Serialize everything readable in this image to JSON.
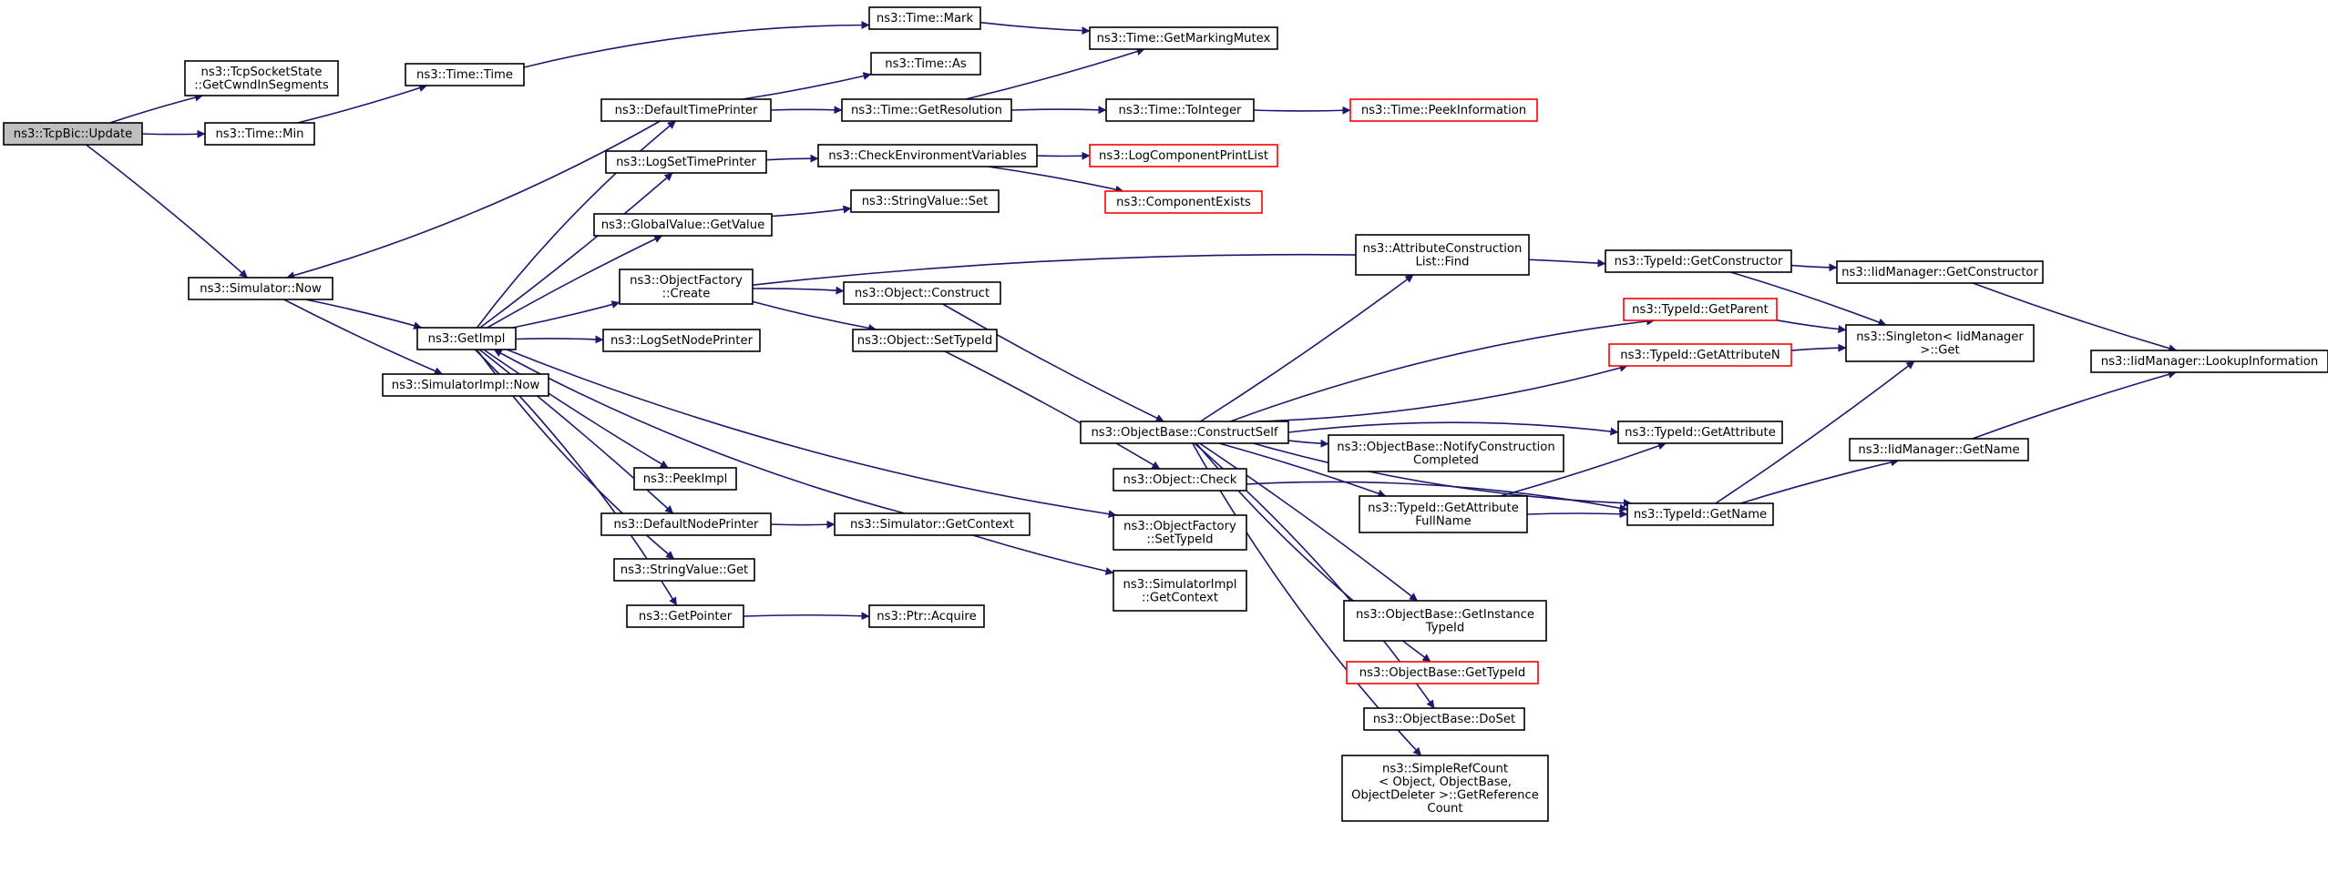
{
  "colors": {
    "edge": "#191970",
    "node_border": "#000000",
    "node_border_truncated": "#ff0000",
    "root_fill": "#bfbfbf",
    "node_fill": "#ffffff"
  },
  "nodes": [
    {
      "id": "root",
      "lines": [
        "ns3::TcpBic::Update"
      ],
      "kind": "root"
    },
    {
      "id": "cwndinseg",
      "lines": [
        "ns3::TcpSocketState",
        "::GetCwndInSegments"
      ]
    },
    {
      "id": "timemin",
      "lines": [
        "ns3::Time::Min"
      ]
    },
    {
      "id": "simnow",
      "lines": [
        "ns3::Simulator::Now"
      ]
    },
    {
      "id": "timetime",
      "lines": [
        "ns3::Time::Time"
      ]
    },
    {
      "id": "timemark",
      "lines": [
        "ns3::Time::Mark"
      ]
    },
    {
      "id": "markingmutex",
      "lines": [
        "ns3::Time::GetMarkingMutex"
      ]
    },
    {
      "id": "defaulttimeprinter",
      "lines": [
        "ns3::DefaultTimePrinter"
      ]
    },
    {
      "id": "timeas",
      "lines": [
        "ns3::Time::As"
      ]
    },
    {
      "id": "getresolution",
      "lines": [
        "ns3::Time::GetResolution"
      ]
    },
    {
      "id": "tointeger",
      "lines": [
        "ns3::Time::ToInteger"
      ]
    },
    {
      "id": "peekinformation",
      "lines": [
        "ns3::Time::PeekInformation"
      ],
      "kind": "truncated"
    },
    {
      "id": "logsettimeprinter",
      "lines": [
        "ns3::LogSetTimePrinter"
      ]
    },
    {
      "id": "checkenv",
      "lines": [
        "ns3::CheckEnvironmentVariables"
      ]
    },
    {
      "id": "logcompprintlist",
      "lines": [
        "ns3::LogComponentPrintList"
      ],
      "kind": "truncated"
    },
    {
      "id": "componentexists",
      "lines": [
        "ns3::ComponentExists"
      ],
      "kind": "truncated"
    },
    {
      "id": "globalvalueget",
      "lines": [
        "ns3::GlobalValue::GetValue"
      ]
    },
    {
      "id": "stringvalueset",
      "lines": [
        "ns3::StringValue::Set"
      ]
    },
    {
      "id": "objfactorycreate",
      "lines": [
        "ns3::ObjectFactory",
        "::Create"
      ]
    },
    {
      "id": "objectconstruct",
      "lines": [
        "ns3::Object::Construct"
      ]
    },
    {
      "id": "objectsettypeid",
      "lines": [
        "ns3::Object::SetTypeId"
      ]
    },
    {
      "id": "getimpl",
      "lines": [
        "ns3::GetImpl"
      ]
    },
    {
      "id": "logsetnodeprinter",
      "lines": [
        "ns3::LogSetNodePrinter"
      ]
    },
    {
      "id": "simimplnow",
      "lines": [
        "ns3::SimulatorImpl::Now"
      ]
    },
    {
      "id": "peekimpl",
      "lines": [
        "ns3::PeekImpl"
      ]
    },
    {
      "id": "defaultnodeprinter",
      "lines": [
        "ns3::DefaultNodePrinter"
      ]
    },
    {
      "id": "simgetcontext",
      "lines": [
        "ns3::Simulator::GetContext"
      ]
    },
    {
      "id": "stringvalueget",
      "lines": [
        "ns3::StringValue::Get"
      ]
    },
    {
      "id": "getpointer",
      "lines": [
        "ns3::GetPointer"
      ]
    },
    {
      "id": "ptracquire",
      "lines": [
        "ns3::Ptr::Acquire"
      ]
    },
    {
      "id": "attrconstlistfind",
      "lines": [
        "ns3::AttributeConstruction",
        "List::Find"
      ]
    },
    {
      "id": "objbaseconstructself",
      "lines": [
        "ns3::ObjectBase::ConstructSelf"
      ]
    },
    {
      "id": "objectcheck",
      "lines": [
        "ns3::Object::Check"
      ]
    },
    {
      "id": "objfactorysettypeid",
      "lines": [
        "ns3::ObjectFactory",
        "::SetTypeId"
      ]
    },
    {
      "id": "simimplgetcontext",
      "lines": [
        "ns3::SimulatorImpl",
        "::GetContext"
      ]
    },
    {
      "id": "notifyconstruction",
      "lines": [
        "ns3::ObjectBase::NotifyConstruction",
        "Completed"
      ]
    },
    {
      "id": "getattrfullname",
      "lines": [
        "ns3::TypeId::GetAttribute",
        "FullName"
      ]
    },
    {
      "id": "getinstancetypeid",
      "lines": [
        "ns3::ObjectBase::GetInstance",
        "TypeId"
      ]
    },
    {
      "id": "objbasegettypeid",
      "lines": [
        "ns3::ObjectBase::GetTypeId"
      ],
      "kind": "truncated"
    },
    {
      "id": "objbasedoset",
      "lines": [
        "ns3::ObjectBase::DoSet"
      ]
    },
    {
      "id": "simplerefcount",
      "lines": [
        "ns3::SimpleRefCount",
        "< Object, ObjectBase,",
        "ObjectDeleter >::GetReference",
        "Count"
      ]
    },
    {
      "id": "typeidgetconstructor",
      "lines": [
        "ns3::TypeId::GetConstructor"
      ]
    },
    {
      "id": "typeidgetparent",
      "lines": [
        "ns3::TypeId::GetParent"
      ],
      "kind": "truncated"
    },
    {
      "id": "typeidgetattributen",
      "lines": [
        "ns3::TypeId::GetAttributeN"
      ],
      "kind": "truncated"
    },
    {
      "id": "typeidgetattribute",
      "lines": [
        "ns3::TypeId::GetAttribute"
      ]
    },
    {
      "id": "typeidgetname",
      "lines": [
        "ns3::TypeId::GetName"
      ]
    },
    {
      "id": "iidgetconstructor",
      "lines": [
        "ns3::IidManager::GetConstructor"
      ]
    },
    {
      "id": "singletonget",
      "lines": [
        "ns3::Singleton< IidManager",
        ">::Get"
      ]
    },
    {
      "id": "iidgetname",
      "lines": [
        "ns3::IidManager::GetName"
      ]
    },
    {
      "id": "iidlookup",
      "lines": [
        "ns3::IidManager::LookupInformation"
      ]
    }
  ],
  "edges": [
    [
      "root",
      "cwndinseg"
    ],
    [
      "root",
      "timemin"
    ],
    [
      "root",
      "simnow"
    ],
    [
      "timemin",
      "timetime"
    ],
    [
      "timetime",
      "timemark"
    ],
    [
      "timemark",
      "markingmutex"
    ],
    [
      "simnow",
      "getimpl"
    ],
    [
      "simnow",
      "simimplnow"
    ],
    [
      "getimpl",
      "defaulttimeprinter"
    ],
    [
      "getimpl",
      "logsettimeprinter"
    ],
    [
      "getimpl",
      "globalvalueget"
    ],
    [
      "getimpl",
      "objfactorycreate"
    ],
    [
      "getimpl",
      "logsetnodeprinter"
    ],
    [
      "getimpl",
      "peekimpl"
    ],
    [
      "getimpl",
      "defaultnodeprinter"
    ],
    [
      "getimpl",
      "stringvalueget"
    ],
    [
      "getimpl",
      "getpointer"
    ],
    [
      "getimpl",
      "objfactorysettypeid"
    ],
    [
      "defaulttimeprinter",
      "simnow"
    ],
    [
      "defaulttimeprinter",
      "timeas"
    ],
    [
      "defaulttimeprinter",
      "getresolution"
    ],
    [
      "getresolution",
      "markingmutex"
    ],
    [
      "getresolution",
      "tointeger"
    ],
    [
      "tointeger",
      "peekinformation"
    ],
    [
      "logsettimeprinter",
      "checkenv"
    ],
    [
      "checkenv",
      "logcompprintlist"
    ],
    [
      "checkenv",
      "componentexists"
    ],
    [
      "globalvalueget",
      "stringvalueset"
    ],
    [
      "objfactorycreate",
      "objectconstruct"
    ],
    [
      "objfactorycreate",
      "objectsettypeid"
    ],
    [
      "objfactorycreate",
      "typeidgetconstructor"
    ],
    [
      "objectconstruct",
      "objbaseconstructself"
    ],
    [
      "objectsettypeid",
      "objectcheck"
    ],
    [
      "defaultnodeprinter",
      "simgetcontext"
    ],
    [
      "simgetcontext",
      "getimpl"
    ],
    [
      "simgetcontext",
      "simimplgetcontext"
    ],
    [
      "getpointer",
      "ptracquire"
    ],
    [
      "objbaseconstructself",
      "attrconstlistfind"
    ],
    [
      "objbaseconstructself",
      "typeidgetparent"
    ],
    [
      "objbaseconstructself",
      "typeidgetattributen"
    ],
    [
      "objbaseconstructself",
      "typeidgetattribute"
    ],
    [
      "objbaseconstructself",
      "notifyconstruction"
    ],
    [
      "objbaseconstructself",
      "getattrfullname"
    ],
    [
      "objbaseconstructself",
      "typeidgetname"
    ],
    [
      "objbaseconstructself",
      "getinstancetypeid"
    ],
    [
      "objbaseconstructself",
      "objbasegettypeid"
    ],
    [
      "objbaseconstructself",
      "objbasedoset"
    ],
    [
      "objbaseconstructself",
      "simplerefcount"
    ],
    [
      "objectcheck",
      "typeidgetname"
    ],
    [
      "getattrfullname",
      "typeidgetattribute"
    ],
    [
      "getattrfullname",
      "typeidgetname"
    ],
    [
      "typeidgetconstructor",
      "iidgetconstructor"
    ],
    [
      "typeidgetconstructor",
      "singletonget"
    ],
    [
      "typeidgetparent",
      "singletonget"
    ],
    [
      "typeidgetattributen",
      "singletonget"
    ],
    [
      "typeidgetname",
      "singletonget"
    ],
    [
      "typeidgetname",
      "iidgetname"
    ],
    [
      "iidgetconstructor",
      "iidlookup"
    ],
    [
      "iidgetname",
      "iidlookup"
    ]
  ]
}
